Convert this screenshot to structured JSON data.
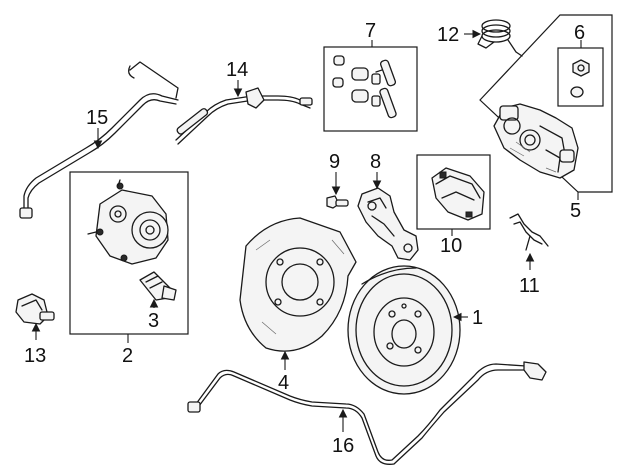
{
  "diagram": {
    "callouts": [
      {
        "id": "1",
        "label": "1"
      },
      {
        "id": "2",
        "label": "2"
      },
      {
        "id": "3",
        "label": "3"
      },
      {
        "id": "4",
        "label": "4"
      },
      {
        "id": "5",
        "label": "5"
      },
      {
        "id": "6",
        "label": "6"
      },
      {
        "id": "7",
        "label": "7"
      },
      {
        "id": "8",
        "label": "8"
      },
      {
        "id": "9",
        "label": "9"
      },
      {
        "id": "10",
        "label": "10"
      },
      {
        "id": "11",
        "label": "11"
      },
      {
        "id": "12",
        "label": "12"
      },
      {
        "id": "13",
        "label": "13"
      },
      {
        "id": "14",
        "label": "14"
      },
      {
        "id": "15",
        "label": "15"
      },
      {
        "id": "16",
        "label": "16"
      }
    ],
    "colors": {
      "line": "#1a1a1a",
      "background": "#ffffff",
      "shade": "#f4f4f4"
    }
  }
}
